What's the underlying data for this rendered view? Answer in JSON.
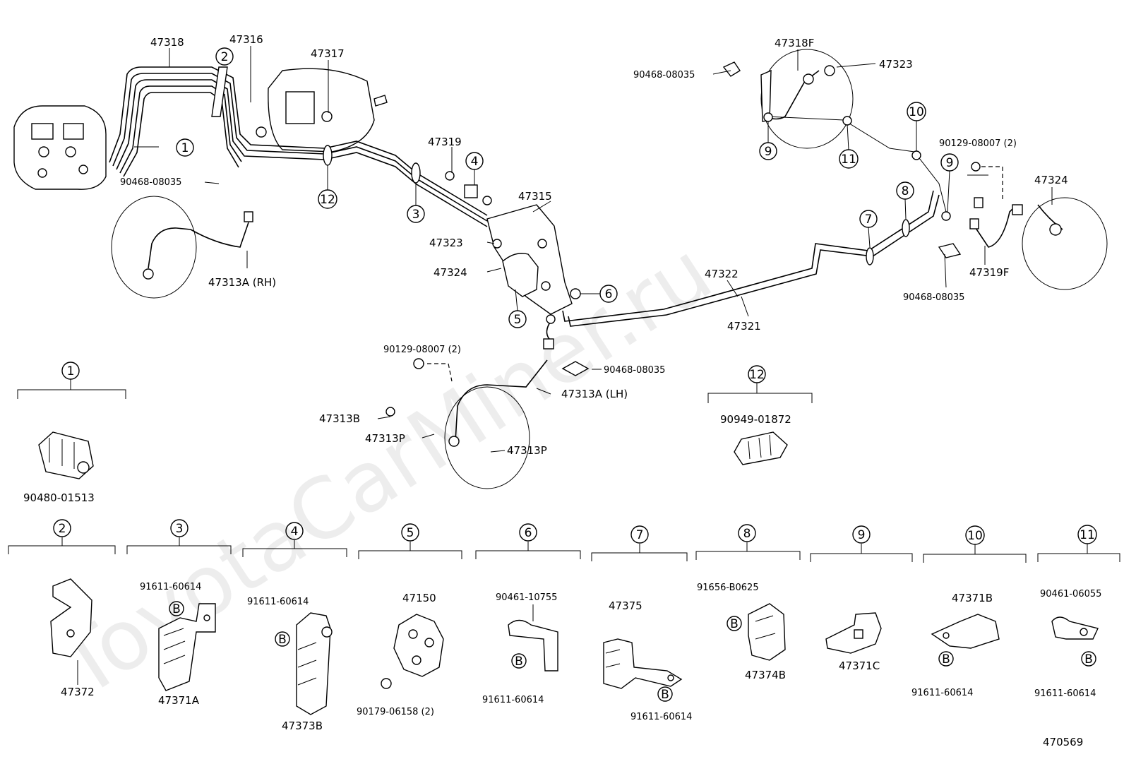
{
  "watermark": "ToyotaCarMiner.ru",
  "figure_number": "470569",
  "labels": {
    "p47318": "47318",
    "p47316": "47316",
    "p47317": "47317",
    "p90468_a": "90468-08035",
    "p47313a_rh": "47313A (RH)",
    "p47319": "47319",
    "p47315": "47315",
    "p47323_a": "47323",
    "p47324_a": "47324",
    "p47322": "47322",
    "p47321": "47321",
    "p90129_a": "90129-08007 (2)",
    "p90468_b": "90468-08035",
    "p47313a_lh": "47313A (LH)",
    "p47313b": "47313B",
    "p47313p_a": "47313P",
    "p47313p_b": "47313P",
    "p90468_c": "90468-08035",
    "p47318f": "47318F",
    "p47323_b": "47323",
    "p90129_b": "90129-08007 (2)",
    "p47324_b": "47324",
    "p47319f": "47319F",
    "p90468_d": "90468-08035",
    "p90480": "90480-01513",
    "p90949": "90949-01872",
    "p47372": "47372",
    "p91611_3": "91611-60614",
    "p47371a": "47371A",
    "p91611_4": "91611-60614",
    "p47373b": "47373B",
    "p47150": "47150",
    "p90179": "90179-06158 (2)",
    "p90461_6": "90461-10755",
    "p91611_6": "91611-60614",
    "p47375": "47375",
    "p91611_7": "91611-60614",
    "p91656": "91656-B0625",
    "p47374b": "47374B",
    "p47371c": "47371C",
    "p47371b": "47371B",
    "p91611_10": "91611-60614",
    "p90461_11": "90461-06055",
    "p91611_11": "91611-60614"
  },
  "callouts": [
    "1",
    "2",
    "3",
    "4",
    "5",
    "6",
    "7",
    "8",
    "9",
    "10",
    "11",
    "12"
  ],
  "bolt_symbol": "B"
}
